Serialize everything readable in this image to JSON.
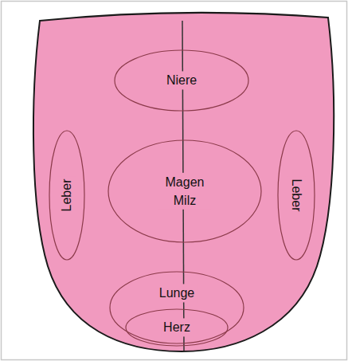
{
  "diagram": {
    "nodes": [
      {
        "text": [
          "Niere"
        ]
      },
      {
        "text": [
          "Leber"
        ]
      },
      {
        "text": [
          "Magen Milz"
        ]
      },
      {
        "text": [
          "Leber"
        ]
      },
      {
        "text": [
          "Lunge"
        ]
      },
      {
        "text": [
          "Herz"
        ],
        "in": 4
      }
    ]
  }
}
